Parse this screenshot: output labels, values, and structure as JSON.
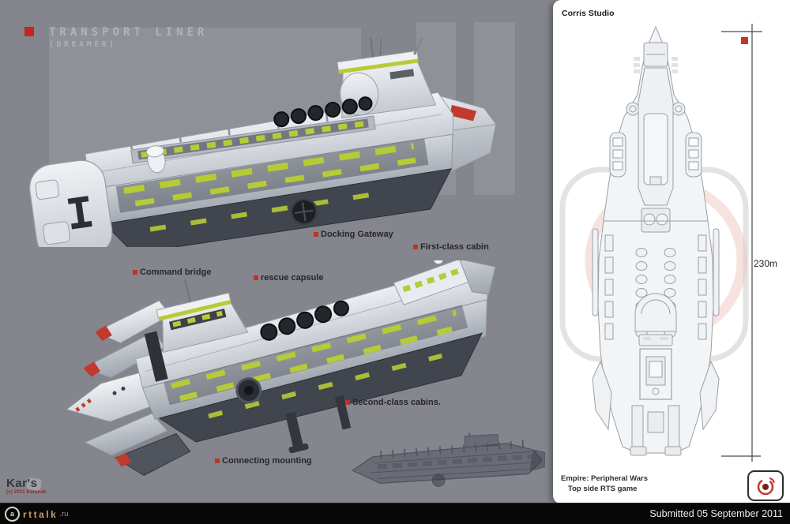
{
  "colors": {
    "background": "#84858d",
    "panel": "#ffffff",
    "bottom_bar": "#080808",
    "accent_red": "#c23125",
    "accent_green": "#b7cb36",
    "title_text": "#b2b6c0",
    "label_text": "#26262c"
  },
  "title": {
    "main": "TRANSPORT LINER",
    "sub": "(DREAMER)"
  },
  "panel": {
    "studio": "Corris Studio",
    "dimension": "230m",
    "footer_line1": "Empire: Peripheral Wars",
    "footer_line2": "Top side RTS game"
  },
  "callouts": [
    {
      "text": "Docking Gateway"
    },
    {
      "text": "First-class cabin"
    },
    {
      "text": "Command bridge"
    },
    {
      "text": "rescue capsule"
    },
    {
      "text": "Second-class cabins."
    },
    {
      "text": "Connecting mounting"
    }
  ],
  "footer": {
    "submitted": "Submitted 05 September 2011",
    "site_letter": "a",
    "site_name": "rttalk",
    "site_tld": ".ru"
  },
  "artist": {
    "name": "Kar's",
    "copyright": "(c) 2011 Karanak"
  }
}
